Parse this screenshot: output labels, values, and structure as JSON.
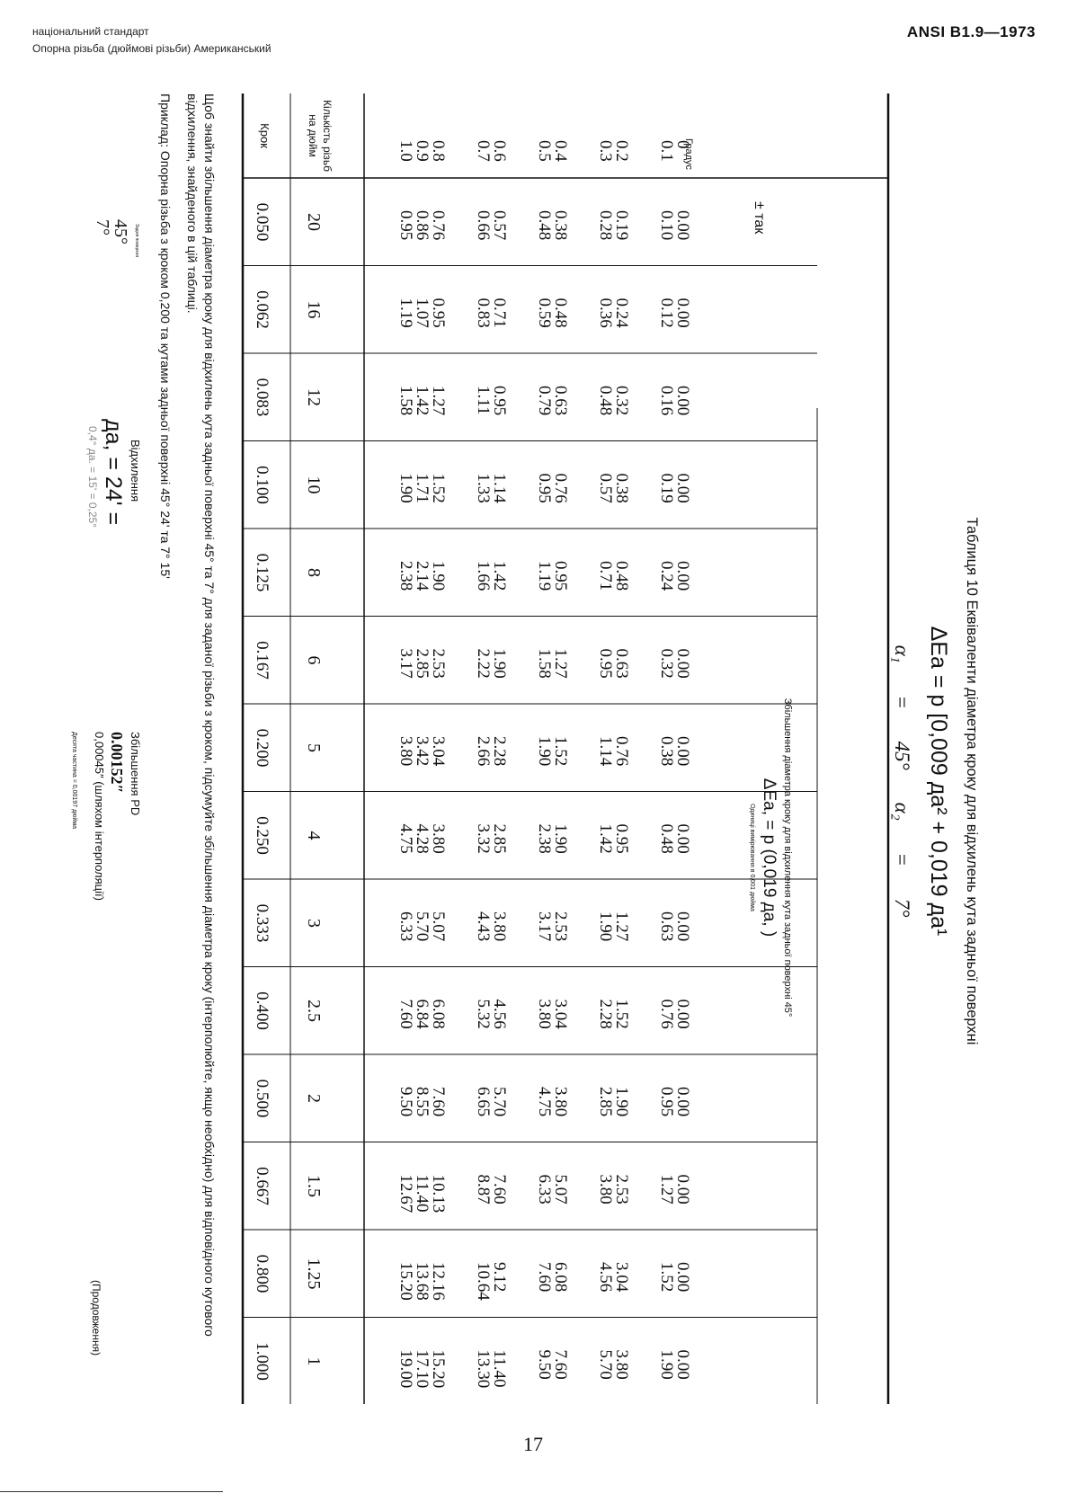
{
  "header": {
    "line1": "національний стандарт",
    "line2": "Опорна різьба (дюймові різьби) Американський",
    "standard": "ANSI B1.9—1973"
  },
  "table": {
    "title": "Таблиця 10 Еквіваленти діаметра кроку для відхилень кута задньої поверхні",
    "formula": "ΔEa = p [0,009 да² + 0,019 да¹",
    "alphas": "α₁ = 45°    α₂ = 7°",
    "col_heading_small": "Збільшення діаметра кроку для відхилення кута задньої поверхні 45°",
    "col_heading_formula": "ΔEa, = p (0,019 да, )",
    "col_heading_units": "Одиниці вимірювання в 0,001 дюйма",
    "pm_label": "± так",
    "degree_label": "Градус",
    "row_groups": [
      [
        "0",
        "0.1"
      ],
      [
        "0.2",
        "0.3"
      ],
      [
        "0.4",
        "0.5"
      ],
      [
        "0.6",
        "0.7"
      ],
      [
        "0.8",
        "0.9",
        "1.0"
      ]
    ],
    "threads_per_inch_label": "Кількість різьб на дюйм",
    "pitch_label": "Крок",
    "columns": [
      {
        "tpi": "20",
        "pitch": "0.050",
        "groups": [
          [
            "0.00",
            "0.10"
          ],
          [
            "0.19",
            "0.28"
          ],
          [
            "0.38",
            "0.48"
          ],
          [
            "0.57",
            "0.66"
          ],
          [
            "0.76",
            "0.86",
            "0.95"
          ]
        ]
      },
      {
        "tpi": "16",
        "pitch": "0.062",
        "groups": [
          [
            "0.00",
            "0.12"
          ],
          [
            "0.24",
            "0.36"
          ],
          [
            "0.48",
            "0.59"
          ],
          [
            "0.71",
            "0.83"
          ],
          [
            "0.95",
            "1.07",
            "1.19"
          ]
        ]
      },
      {
        "tpi": "12",
        "pitch": "0.083",
        "groups": [
          [
            "0.00",
            "0.16"
          ],
          [
            "0.32",
            "0.48"
          ],
          [
            "0.63",
            "0.79"
          ],
          [
            "0.95",
            "1.11"
          ],
          [
            "1.27",
            "1.42",
            "1.58"
          ]
        ]
      },
      {
        "tpi": "10",
        "pitch": "0.100",
        "groups": [
          [
            "0.00",
            "0.19"
          ],
          [
            "0.38",
            "0.57"
          ],
          [
            "0.76",
            "0.95"
          ],
          [
            "1.14",
            "1.33"
          ],
          [
            "1.52",
            "1.71",
            "1.90"
          ]
        ]
      },
      {
        "tpi": "8",
        "pitch": "0.125",
        "groups": [
          [
            "0.00",
            "0.24"
          ],
          [
            "0.48",
            "0.71"
          ],
          [
            "0.95",
            "1.19"
          ],
          [
            "1.42",
            "1.66"
          ],
          [
            "1.90",
            "2.14",
            "2.38"
          ]
        ]
      },
      {
        "tpi": "6",
        "pitch": "0.167",
        "groups": [
          [
            "0.00",
            "0.32"
          ],
          [
            "0.63",
            "0.95"
          ],
          [
            "1.27",
            "1.58"
          ],
          [
            "1.90",
            "2.22"
          ],
          [
            "2.53",
            "2.85",
            "3.17"
          ]
        ]
      },
      {
        "tpi": "5",
        "pitch": "0.200",
        "groups": [
          [
            "0.00",
            "0.38"
          ],
          [
            "0.76",
            "1.14"
          ],
          [
            "1.52",
            "1.90"
          ],
          [
            "2.28",
            "2.66"
          ],
          [
            "3.04",
            "3.42",
            "3.80"
          ]
        ]
      },
      {
        "tpi": "4",
        "pitch": "0.250",
        "groups": [
          [
            "0.00",
            "0.48"
          ],
          [
            "0.95",
            "1.42"
          ],
          [
            "1.90",
            "2.38"
          ],
          [
            "2.85",
            "3.32"
          ],
          [
            "3.80",
            "4.28",
            "4.75"
          ]
        ]
      },
      {
        "tpi": "3",
        "pitch": "0.333",
        "groups": [
          [
            "0.00",
            "0.63"
          ],
          [
            "1.27",
            "1.90"
          ],
          [
            "2.53",
            "3.17"
          ],
          [
            "3.80",
            "4.43"
          ],
          [
            "5.07",
            "5.70",
            "6.33"
          ]
        ]
      },
      {
        "tpi": "2.5",
        "pitch": "0.400",
        "groups": [
          [
            "0.00",
            "0.76"
          ],
          [
            "1.52",
            "2.28"
          ],
          [
            "3.04",
            "3.80"
          ],
          [
            "4.56",
            "5.32"
          ],
          [
            "6.08",
            "6.84",
            "7.60"
          ]
        ]
      },
      {
        "tpi": "2",
        "pitch": "0.500",
        "groups": [
          [
            "0.00",
            "0.95"
          ],
          [
            "1.90",
            "2.85"
          ],
          [
            "3.80",
            "4.75"
          ],
          [
            "5.70",
            "6.65"
          ],
          [
            "7.60",
            "8.55",
            "9.50"
          ]
        ]
      },
      {
        "tpi": "1.5",
        "pitch": "0.667",
        "groups": [
          [
            "0.00",
            "1.27"
          ],
          [
            "2.53",
            "3.80"
          ],
          [
            "5.07",
            "6.33"
          ],
          [
            "7.60",
            "8.87"
          ],
          [
            "10.13",
            "11.40",
            "12.67"
          ]
        ]
      },
      {
        "tpi": "1.25",
        "pitch": "0.800",
        "groups": [
          [
            "0.00",
            "1.52"
          ],
          [
            "3.04",
            "4.56"
          ],
          [
            "6.08",
            "7.60"
          ],
          [
            "9.12",
            "10.64"
          ],
          [
            "12.16",
            "13.68",
            "15.20"
          ]
        ]
      },
      {
        "tpi": "1",
        "pitch": "1.000",
        "groups": [
          [
            "0.00",
            "1.90"
          ],
          [
            "3.80",
            "5.70"
          ],
          [
            "7.60",
            "9.50"
          ],
          [
            "11.40",
            "13.30"
          ],
          [
            "15.20",
            "17.10",
            "19.00"
          ]
        ]
      }
    ]
  },
  "note": "Щоб знайти збільшення діаметра кроку для відхилень кута задньої поверхні 45° та 7° для заданої різьби з кроком, підсумуйте збільшення діаметра кроку (інтерполюйте, якщо необхідно) для відповідного кутового відхилення, знайденого в цій таблиці.",
  "example": {
    "text": "Приклад: Опорна різьба з кроком 0,200 та кутами задньої поверхні 45° 24' та 7° 15'",
    "rear_surface_small": "Задня поверхня",
    "angle1": "45°",
    "angle2": "7°",
    "deviation_title": "Відхилення",
    "deviation_main": "да, = 24' =",
    "deviation_sub": "0,4° да. = 15' = 0,25°",
    "pd_title": "Збільшення PD",
    "pd_main": "0.00152″",
    "pd_sub": "0,00045″ (шляхом інтерполяції)",
    "tenth_note": "Десята частина = 0,00197 дюйма"
  },
  "continued": "(Продовження)",
  "page_number": "17"
}
